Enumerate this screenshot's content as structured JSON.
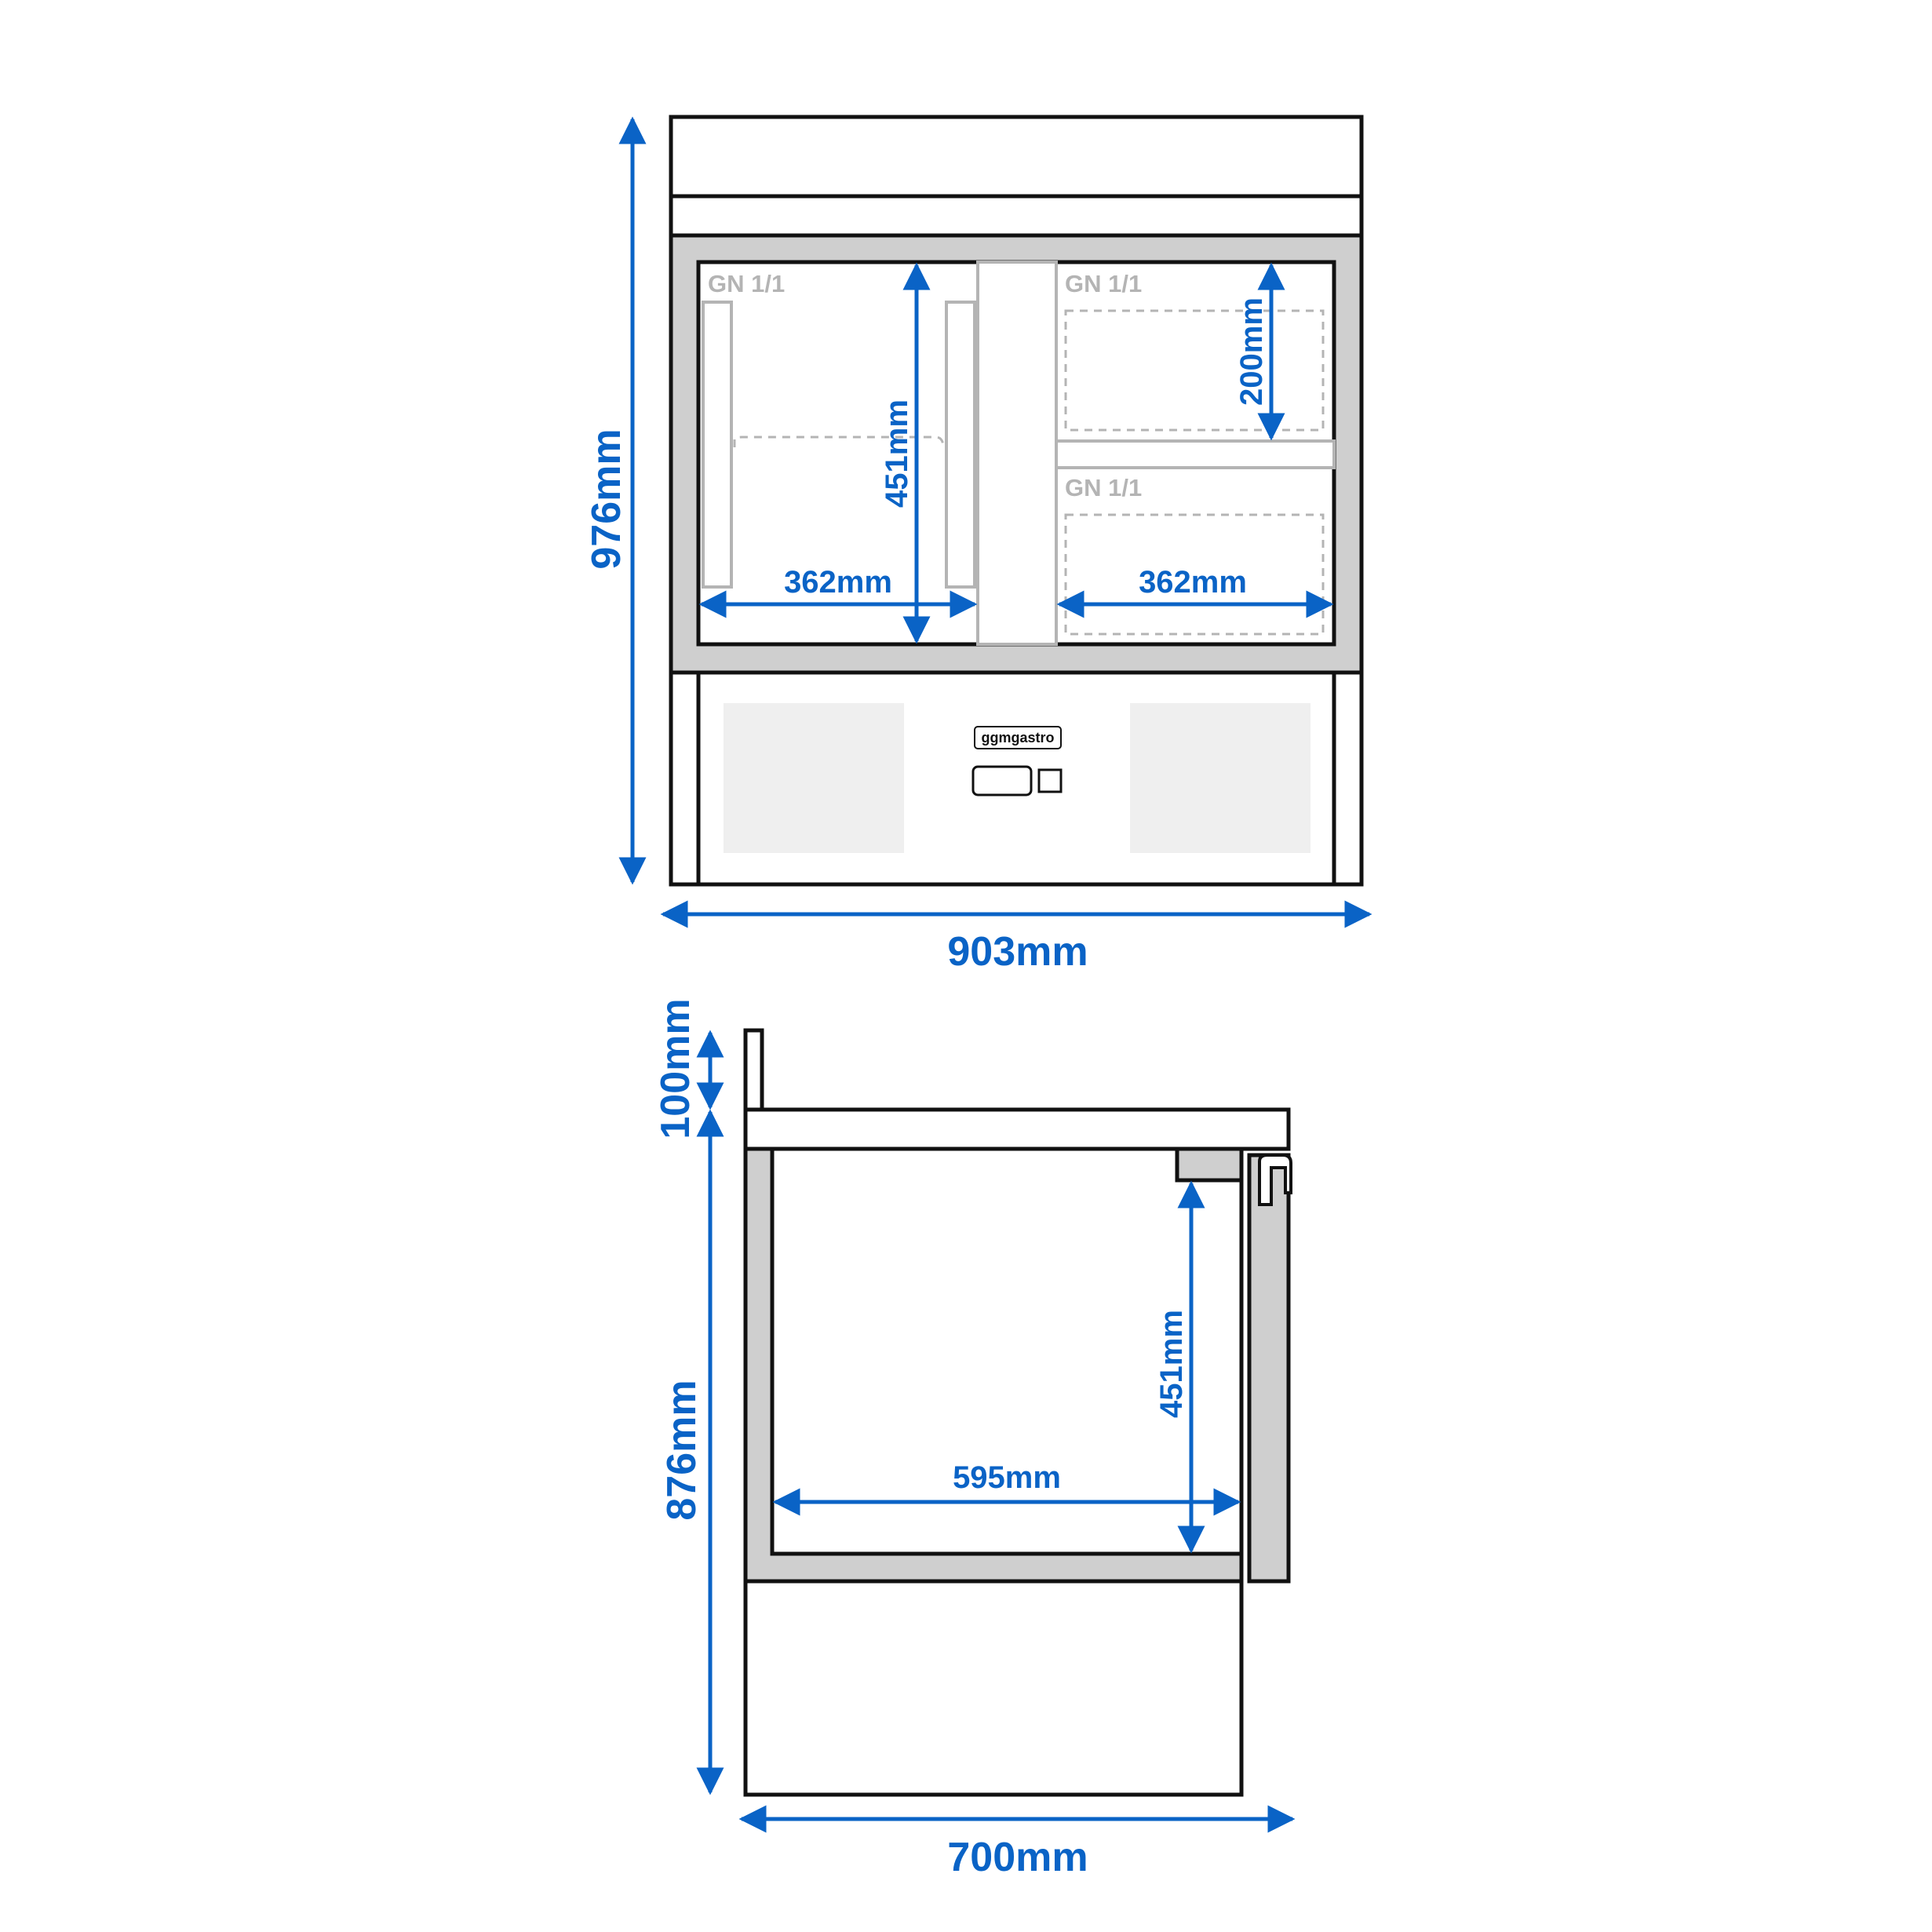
{
  "front_view": {
    "height_label": "976mm",
    "width_label": "903mm",
    "left_depth_label": "451mm",
    "left_width_label": "362mm",
    "right_width_label": "362mm",
    "pan_height_label": "200mm",
    "gn_labels": [
      "GN 1/1",
      "GN 1/1",
      "GN 1/1"
    ],
    "brand_label": "ggmgastro"
  },
  "side_view": {
    "upstand_label": "100mm",
    "body_height_label": "876mm",
    "interior_depth_label": "595mm",
    "interior_height_label": "451mm",
    "depth_label": "700mm"
  },
  "colors": {
    "dimension": "#0a63c6",
    "outline": "#111111",
    "panel": "#cfcfcf",
    "vent": "#efefef",
    "gn_text": "#b4b4b4"
  }
}
